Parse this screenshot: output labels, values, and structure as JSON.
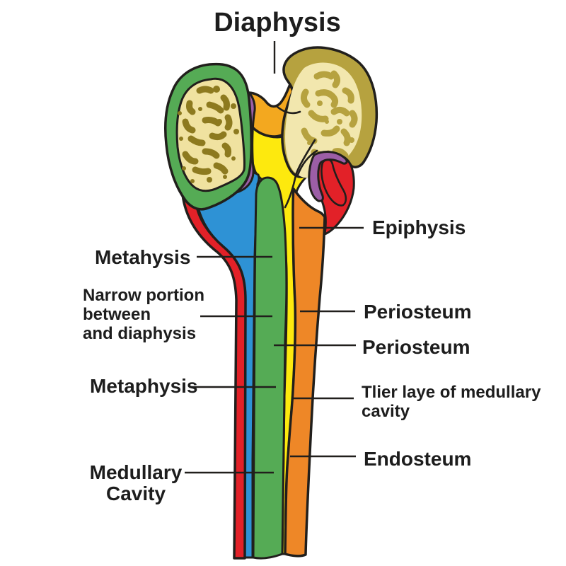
{
  "title": "Diaphysis",
  "labels": {
    "metahysis": "Metahysis",
    "narrow_portion": "Narrow portion\nbetween\nand diaphysis",
    "metaphysis": "Metaphysis",
    "medullary_cavity": "Medullary\nCavity",
    "epiphysis": "Epiphysis",
    "periosteum_1": "Periosteum",
    "periosteum_2": "Periosteum",
    "inner_layer_medullary": "Tlier laye of medullary\ncavity",
    "endosteum": "Endosteum"
  },
  "colors": {
    "background": "#ffffff",
    "outline": "#211f1c",
    "text": "#1d1d1d",
    "green": "#55ab55",
    "blue": "#2e92d5",
    "red": "#e22128",
    "yellow": "#fde90e",
    "orange": "#ee8727",
    "orange_light": "#f3a81f",
    "purple": "#9c5ea6",
    "cream": "#f0e2a0",
    "cream_light": "#f2e7ae",
    "olive": "#8d7a1f",
    "khaki": "#b6a23f"
  }
}
